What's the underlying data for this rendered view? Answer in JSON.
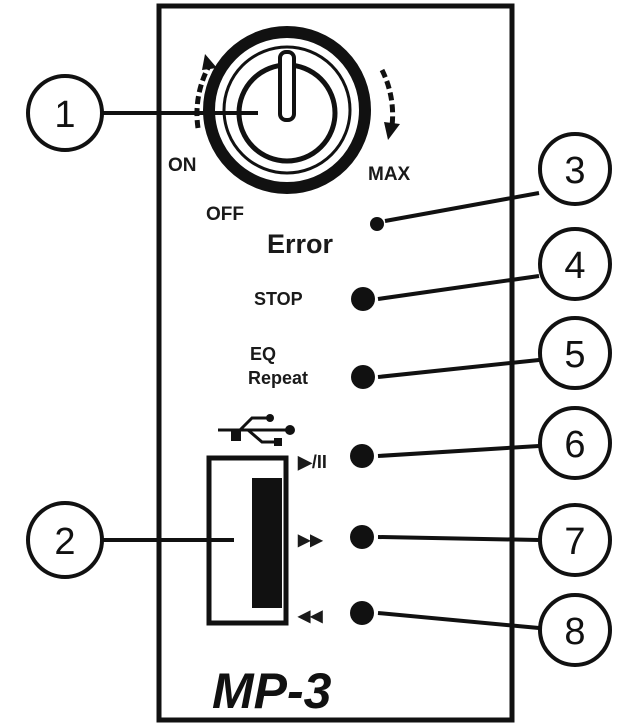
{
  "panel": {
    "title": "MP-3"
  },
  "knob": {
    "on_label": "ON",
    "off_label": "OFF",
    "max_label": "MAX"
  },
  "indicators": {
    "error_label": "Error",
    "stop_label": "STOP",
    "eq_label": "EQ",
    "repeat_label": "Repeat",
    "play_pause_label": "▶/II",
    "forward_label": "▶▶",
    "rewind_label": "◀◀"
  },
  "icons": {
    "usb": "usb-icon"
  },
  "callouts": [
    "1",
    "2",
    "3",
    "4",
    "5",
    "6",
    "7",
    "8"
  ],
  "colors": {
    "ink": "#111111",
    "background": "#ffffff"
  }
}
